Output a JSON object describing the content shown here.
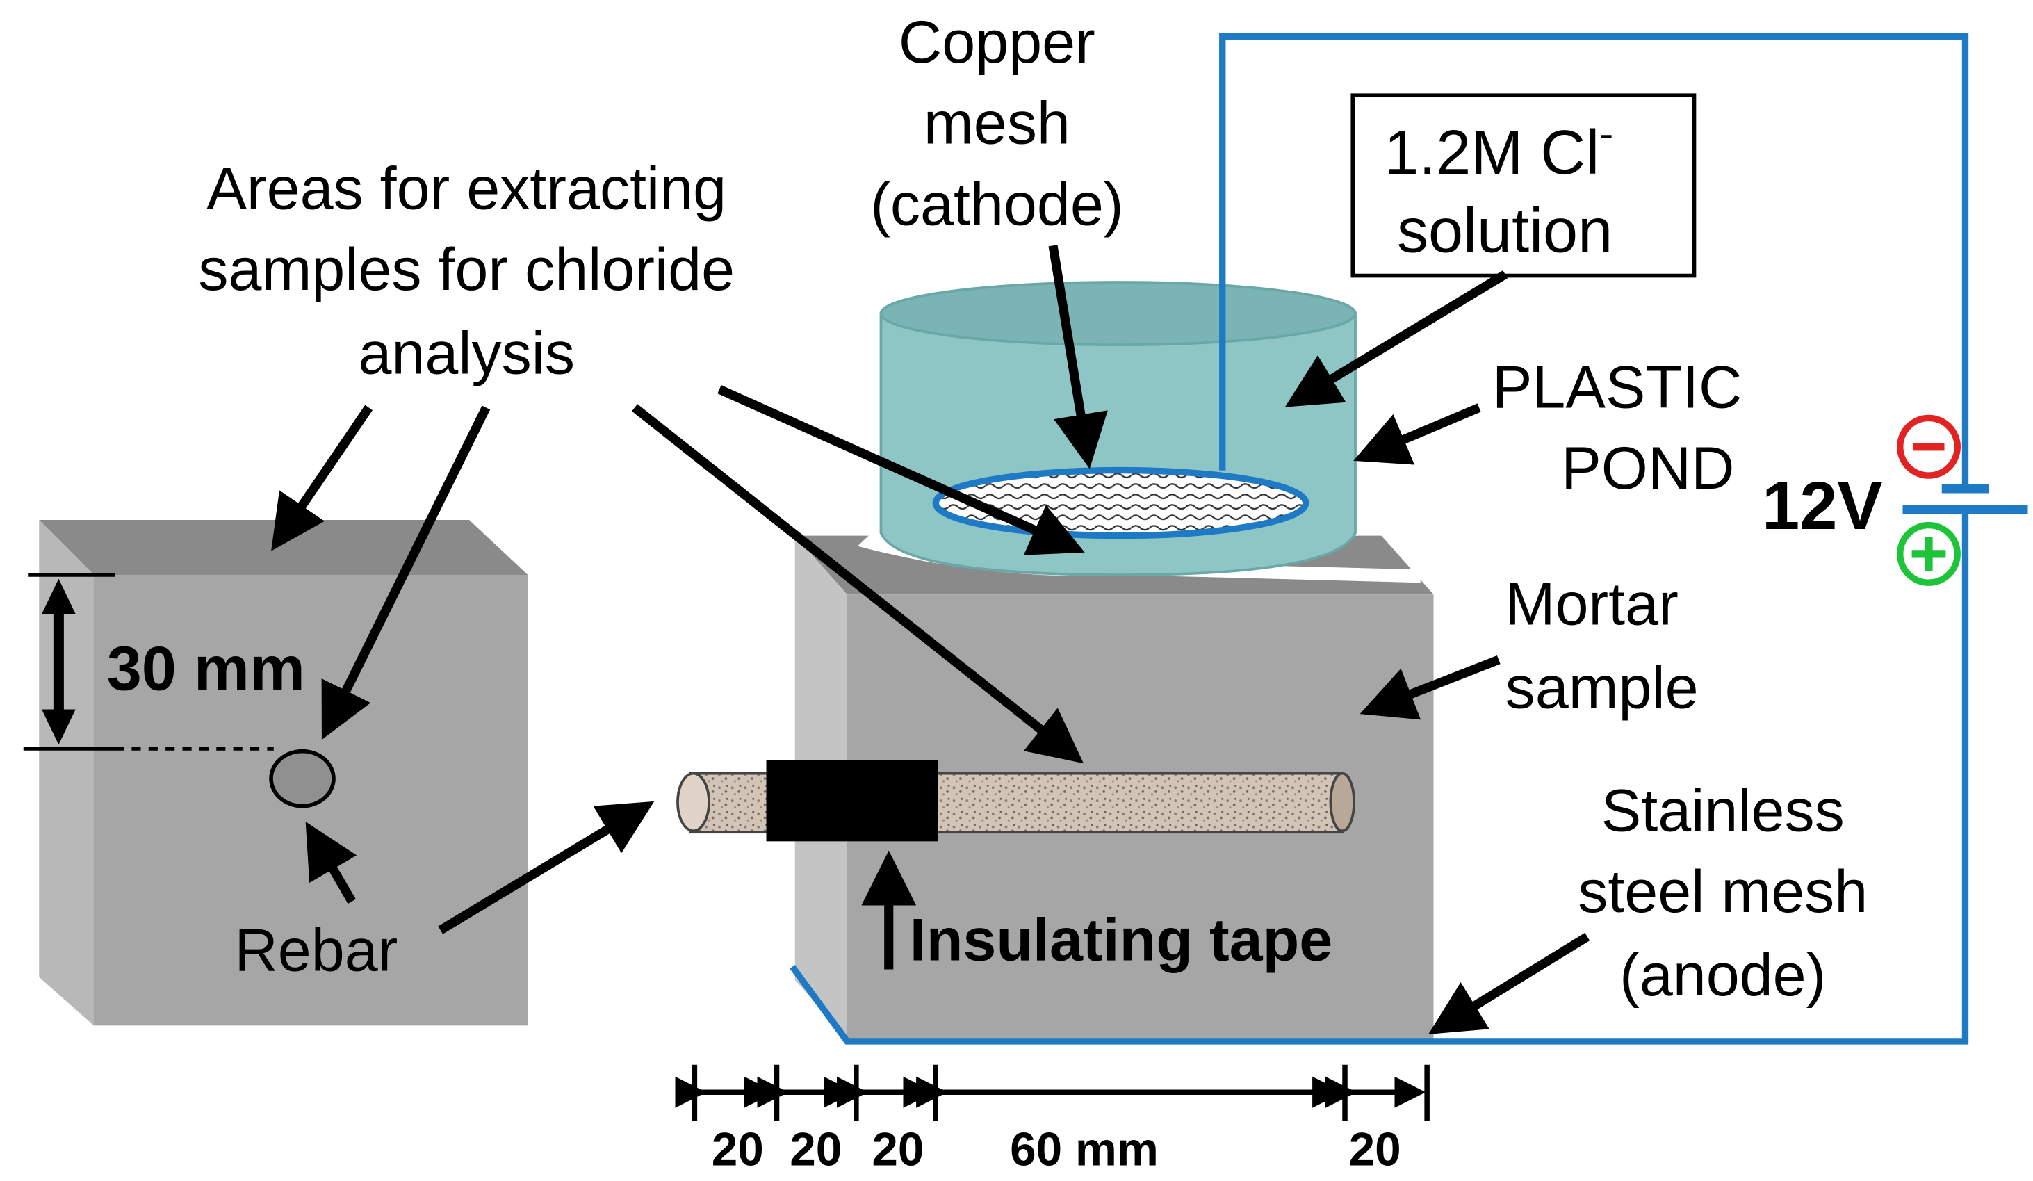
{
  "labels": {
    "areas": [
      "Areas for extracting",
      "samples for chloride",
      "analysis"
    ],
    "copper": [
      "Copper",
      "mesh",
      "(cathode)"
    ],
    "solution": {
      "line1": "1.2M Cl",
      "superscript": "-",
      "line2": "solution"
    },
    "pond": [
      "PLASTIC",
      "POND"
    ],
    "voltage": "12V",
    "minus": "−",
    "plus": "+",
    "mortar": [
      "Mortar",
      "sample"
    ],
    "stainless": [
      "Stainless",
      "steel mesh",
      "(anode)"
    ],
    "depth": "30 mm",
    "rebar": "Rebar",
    "tape": "Insulating tape",
    "dims": [
      "20",
      "20",
      "20",
      "60 mm",
      "20"
    ]
  },
  "colors": {
    "wire": "#1f7ac6",
    "pond": "#8ec6c6",
    "block": "#a6a6a6",
    "block_top": "#8a8a8a",
    "minus": "#e32222",
    "plus": "#1dc43a",
    "rebar": "#c9b8a8",
    "tape": "#000000"
  }
}
